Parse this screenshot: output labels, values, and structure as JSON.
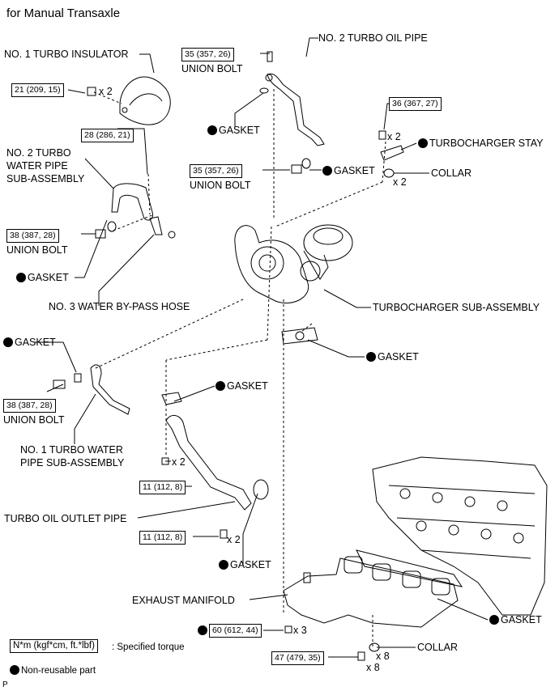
{
  "title": "for Manual Transaxle",
  "labels": {
    "turbo_insulator": "NO. 1 TURBO INSULATOR",
    "turbo_oil_pipe2": "NO. 2 TURBO OIL PIPE",
    "union_bolt": "UNION BOLT",
    "gasket": "GASKET",
    "turbo_stay": "TURBOCHARGER STAY",
    "collar": "COLLAR",
    "turbo_water_pipe2_l1": "NO. 2 TURBO",
    "turbo_water_pipe2_l2": "WATER PIPE",
    "turbo_water_pipe2_l3": "SUB-ASSEMBLY",
    "water_bypass_hose": "NO. 3 WATER BY-PASS HOSE",
    "turbo_sub_assy": "TURBOCHARGER SUB-ASSEMBLY",
    "turbo_water_pipe1_l1": "NO. 1 TURBO WATER",
    "turbo_water_pipe1_l2": "PIPE SUB-ASSEMBLY",
    "turbo_oil_outlet": "TURBO OIL OUTLET PIPE",
    "exhaust_manifold": "EXHAUST MANIFOLD"
  },
  "torques": {
    "t21": "21 (209, 15)",
    "t35a": "35 (357, 26)",
    "t28": "28 (286, 21)",
    "t36": "36 (367, 27)",
    "t35b": "35 (357, 26)",
    "t38a": "38 (387, 28)",
    "t38b": "38 (387, 28)",
    "t11a": "11 (112, 8)",
    "t11b": "11 (112, 8)",
    "t60": "60 (612, 44)",
    "t47": "47 (479, 35)"
  },
  "quantities": {
    "x2": "x 2",
    "x3": "x 3",
    "x8": "x 8"
  },
  "legend": {
    "torque_box": "N*m (kgf*cm, ft.*lbf)",
    "torque_text": ": Specified torque",
    "non_reusable": "Non-reusable part"
  },
  "footer_letter": "P"
}
